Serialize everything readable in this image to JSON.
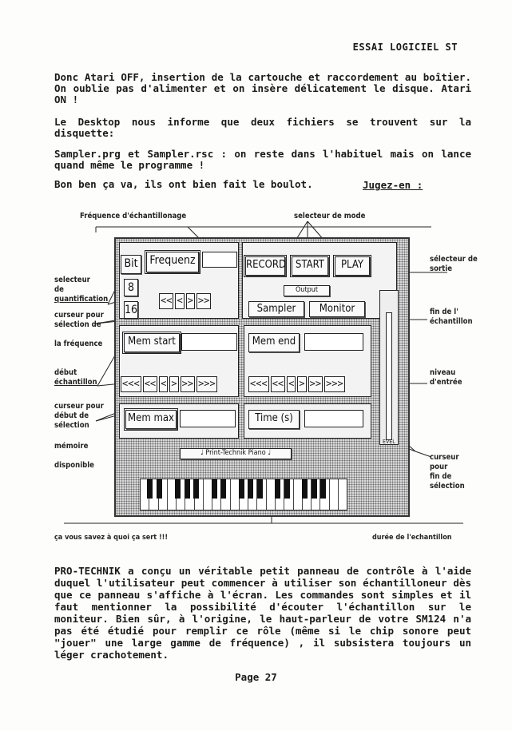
{
  "header": {
    "title": "ESSAI LOGICIEL ST"
  },
  "intro": {
    "p1": "Donc Atari OFF, insertion de la cartouche et raccordement au boîtier. On oublie pas d'alimenter et on insère délicatement le disque. Atari ON !",
    "p2": "Le Desktop nous informe que deux fichiers se trouvent sur la disquette:",
    "p3": "Sampler.prg et Sampler.rsc : on reste dans l'habituel mais on lance quand même le programme !",
    "p4": "Bon ben ça va, ils ont bien fait le boulot.",
    "judge": "Jugez-en :"
  },
  "figure": {
    "labels": {
      "freq_sampling": "Fréquence d'échantillonage",
      "mode_selector": "selecteur de mode",
      "quant_selector": [
        "selecteur",
        "de",
        "quantification"
      ],
      "freq_cursor": [
        "curseur pour",
        "sélection de",
        "",
        "la fréquence"
      ],
      "sample_start": [
        "début",
        "échantillon"
      ],
      "start_sel_cursor": [
        "curseur pour",
        "début de",
        "sélection"
      ],
      "memory": [
        "mémoire",
        "",
        "disponible"
      ],
      "output_selector": [
        "sélecteur de",
        "sortie"
      ],
      "sample_end": [
        "fin de l'",
        "échantillon"
      ],
      "input_level": [
        "niveau",
        "d'entrée"
      ],
      "end_sel_cursor": [
        "curseur",
        "pour",
        "fin de",
        "sélection"
      ],
      "caption_left": "ça vous savez à quoi ça sert !!!",
      "caption_right": "durée de l'echantillon"
    },
    "ui": {
      "bit": "Bit",
      "bit8": "8",
      "bit16": "16",
      "frequenz": "Frequenz",
      "record": "RECORD",
      "start": "START",
      "play": "PLAY",
      "output": "Output",
      "sampler": "Sampler",
      "monitor": "Monitor",
      "mem_start": "Mem start",
      "mem_end": "Mem end",
      "mem_max": "Mem max",
      "time": "Time (s)",
      "level": "EVEL",
      "piano": "♩ Print-Technik Piano ♩",
      "arrows_small": [
        "<<",
        "<",
        ">",
        ">>"
      ],
      "arrows_big": [
        "<<<",
        "<<",
        "<",
        ">",
        ">>",
        ">>>"
      ]
    }
  },
  "body": {
    "text": "PRO-TECHNIK a conçu un véritable petit panneau de contrôle à l'aide duquel l'utilisateur peut commencer à utiliser son échantilloneur dès que ce panneau s'affiche à l'écran. Les commandes sont simples et il faut mentionner la possibilité d'écouter l'échantillon sur le moniteur. Bien sûr, à l'origine, le haut-parleur de votre SM124 n'a pas été étudié pour remplir ce rôle (même si le chip sonore peut \"jouer\" une large gamme de fréquence) , il subsistera toujours un léger crachotement."
  },
  "footer": {
    "page": "Page 27"
  }
}
